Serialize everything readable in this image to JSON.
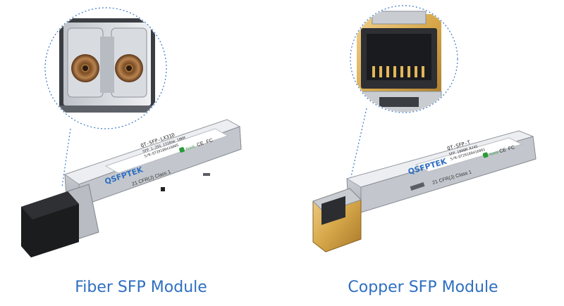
{
  "fiber": {
    "caption": "Fiber SFP Module",
    "brand": "QSFPTEK",
    "label_lines": [
      "QT-SFP-LX31D",
      "SFP 1.25G 1310nm 10KM",
      "S/N:QT20180416005"
    ],
    "compliance": "21 CFR(J) Class 1",
    "rohs": "RoHS",
    "ce": "CE",
    "fc": "FC"
  },
  "copper": {
    "caption": "Copper SFP Module",
    "brand": "QSFPTEK",
    "label_lines": [
      "QT-SFP-T",
      "SFP 1000M RJ45",
      "S/N:QT20180416001"
    ],
    "compliance": "21 CFR(J) Class 1",
    "rohs": "RoHS",
    "ce": "CE",
    "fc": "FC"
  },
  "colors": {
    "caption": "#2f6fc1",
    "dotted_leader": "#3a78c8",
    "metal": "#c9ccd1",
    "gold": "#d7a84a"
  }
}
